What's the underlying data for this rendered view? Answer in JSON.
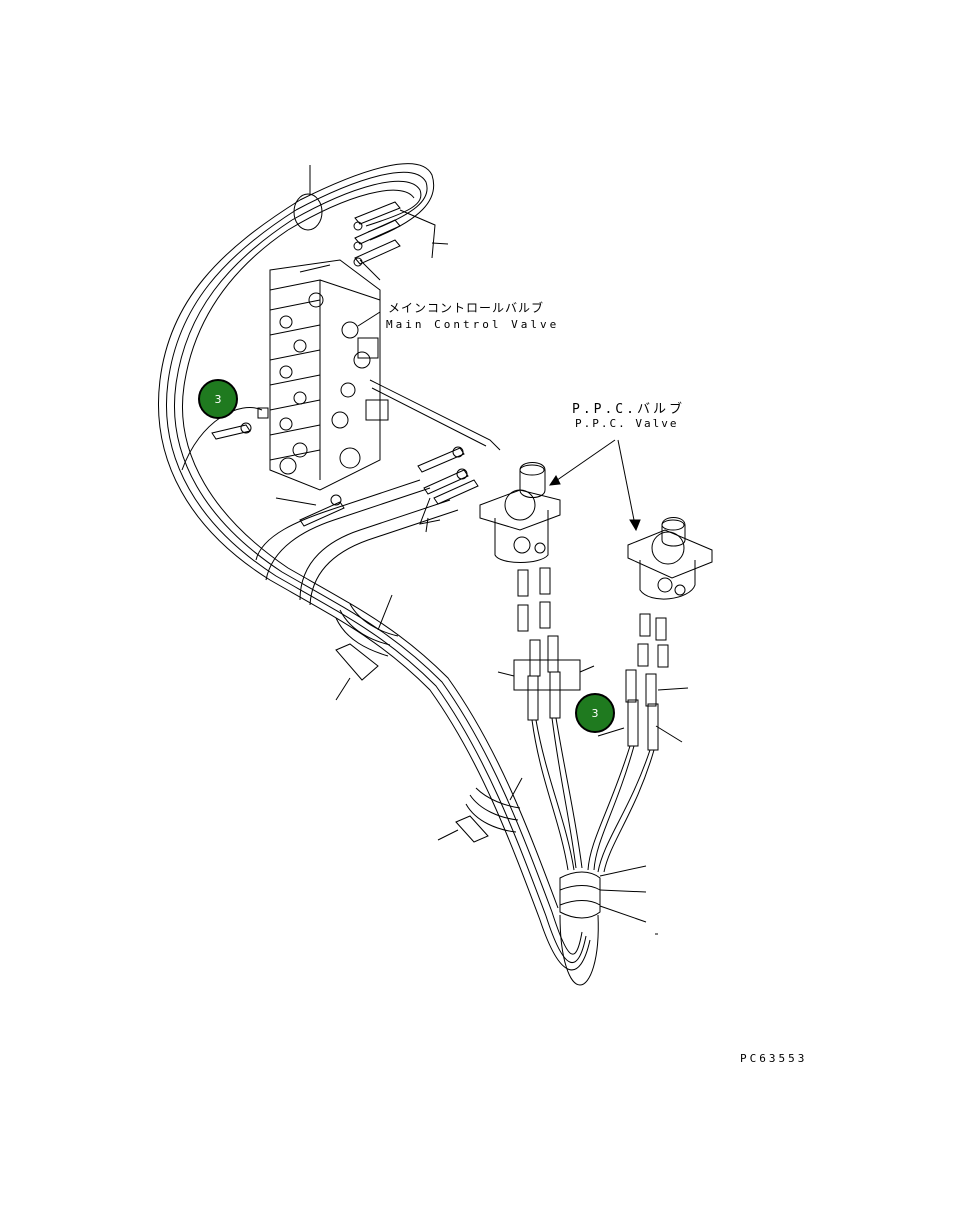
{
  "labels": {
    "main_valve_jp": "メインコントロールバルブ",
    "main_valve_en": "Main Control Valve",
    "ppc_valve_jp": "P.P.C.バルブ",
    "ppc_valve_en": "P.P.C. Valve",
    "drawing_code": "PC63553"
  },
  "callouts": [
    {
      "number": "3"
    },
    {
      "number": "3"
    }
  ],
  "colors": {
    "callout_fill": "#1f7a1f",
    "line": "#000000"
  }
}
